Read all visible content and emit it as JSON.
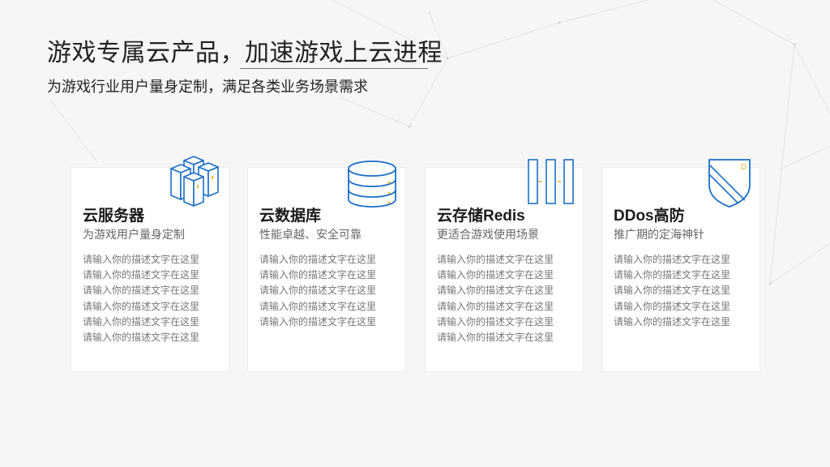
{
  "header": {
    "title": "游戏专属云产品，加速游戏上云进程",
    "subtitle": "为游戏行业用户量身定制，满足各类业务场景需求"
  },
  "colors": {
    "icon_blue": "#1a6fc9",
    "icon_accent": "#f5b52e",
    "background": "#f6f6f7"
  },
  "cards": [
    {
      "icon": "server-cluster-icon",
      "title": "云服务器",
      "subtitle": "为游戏用户量身定制",
      "lines": [
        "请输入你的描述文字在这里",
        "请输入你的描述文字在这里",
        "请输入你的描述文字在这里",
        "请输入你的描述文字在这里",
        "请输入你的描述文字在这里",
        "请输入你的描述文字在这里"
      ]
    },
    {
      "icon": "database-icon",
      "title": "云数据库",
      "subtitle": "性能卓越、安全可靠",
      "lines": [
        "请输入你的描述文字在这里",
        "请输入你的描述文字在这里",
        "请输入你的描述文字在这里",
        "请输入你的描述文字在这里",
        "请输入你的描述文字在这里"
      ]
    },
    {
      "icon": "storage-racks-icon",
      "title": "云存储Redis",
      "subtitle": "更适合游戏使用场景",
      "lines": [
        "请输入你的描述文字在这里",
        "请输入你的描述文字在这里",
        "请输入你的描述文字在这里",
        "请输入你的描述文字在这里",
        "请输入你的描述文字在这里",
        "请输入你的描述文字在这里"
      ]
    },
    {
      "icon": "shield-icon",
      "title": "DDos高防",
      "subtitle": "推广期的定海神针",
      "icon_letter": "D",
      "lines": [
        "请输入你的描述文字在这里",
        "请输入你的描述文字在这里",
        "请输入你的描述文字在这里",
        "请输入你的描述文字在这里",
        "请输入你的描述文字在这里"
      ]
    }
  ]
}
